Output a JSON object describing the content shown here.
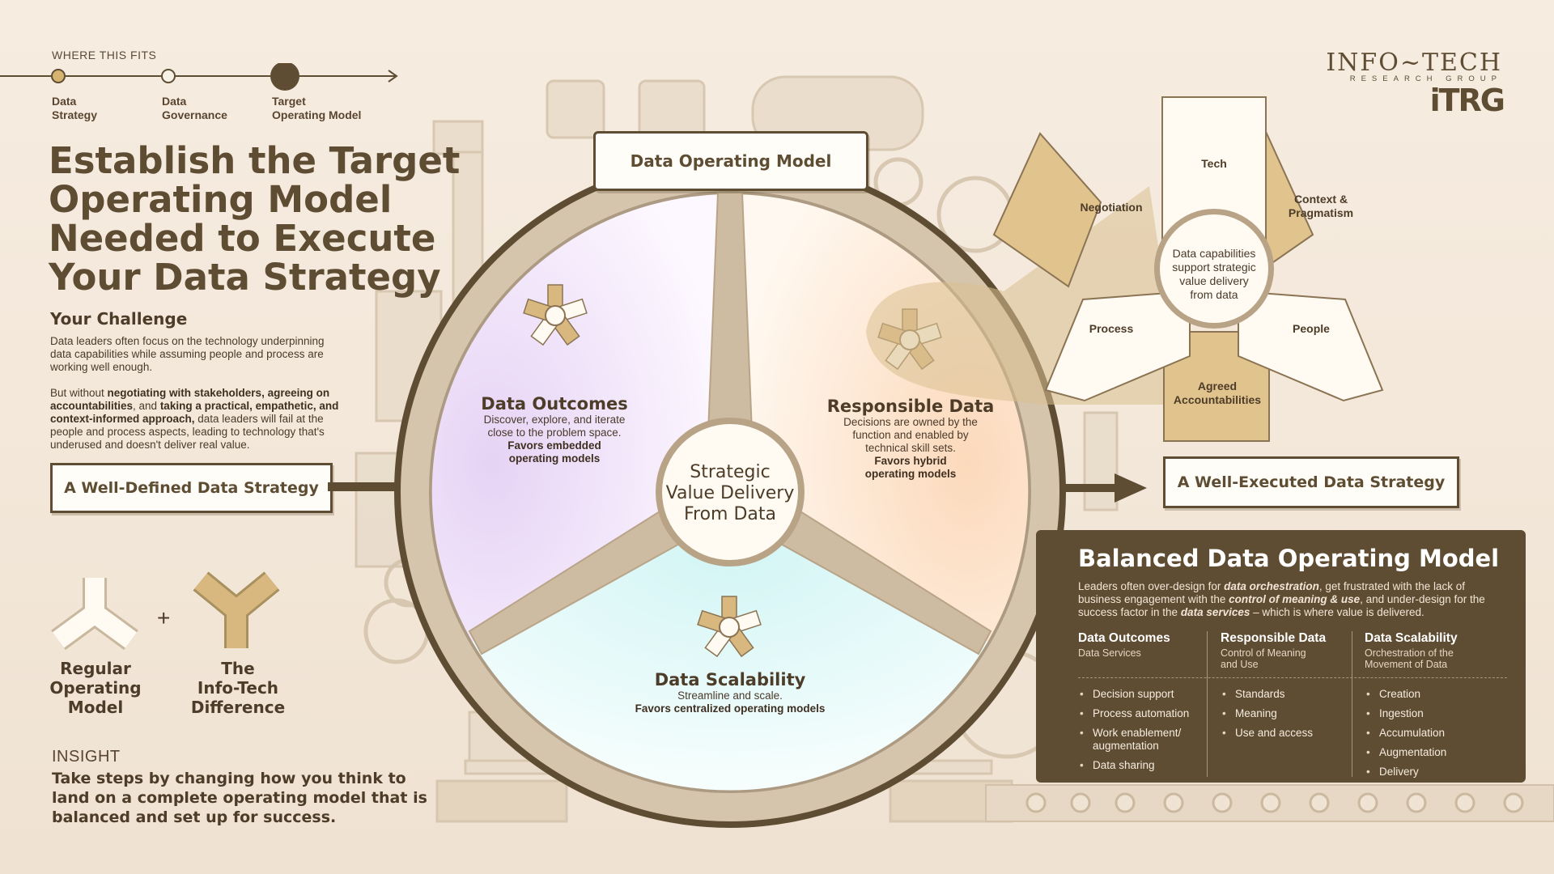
{
  "progress": {
    "heading": "WHERE THIS FITS",
    "steps": [
      {
        "label_1": "Data",
        "label_2": "Strategy"
      },
      {
        "label_1": "Data",
        "label_2": "Governance"
      },
      {
        "label_1": "Target",
        "label_2": "Operating Model"
      }
    ],
    "current_step": 3
  },
  "title": {
    "line1": "Establish the Target",
    "line2": "Operating Model",
    "line3": "Needed to Execute",
    "line4": "Your Data Strategy"
  },
  "challenge": {
    "heading": "Your Challenge",
    "para1": "Data leaders often focus on the technology underpinning data capabilities while assuming people and process are working well enough.",
    "p2_a": "But without ",
    "p2_b": "negotiating with stakeholders, agreeing on accountabilities",
    "p2_c": ", and ",
    "p2_d": "taking a practical, empathetic, and context-informed approach,",
    "p2_e": " data leaders will fail at the people and process aspects, leading to technology that's underused and doesn't deliver real value."
  },
  "input_box": "A Well-Defined Data Strategy",
  "output_box": "A Well-Executed Data Strategy",
  "models": {
    "regular": {
      "l1": "Regular",
      "l2": "Operating",
      "l3": "Model"
    },
    "plus": "+",
    "infotech": {
      "l1": "The",
      "l2": "Info-Tech",
      "l3": "Difference"
    }
  },
  "insight": {
    "heading": "INSIGHT",
    "text": "Take steps by changing how you think to land on a complete operating model that is balanced and set up for success."
  },
  "wheel": {
    "header": "Data Operating Model",
    "center": {
      "l1": "Strategic",
      "l2": "Value Delivery",
      "l3": "From Data"
    },
    "outcomes": {
      "title": "Data Outcomes",
      "d1": "Discover, explore, and iterate",
      "d2": "close to the problem space.",
      "f1": "Favors embedded",
      "f2": "operating models"
    },
    "responsible": {
      "title": "Responsible Data",
      "d1": "Decisions are owned by the",
      "d2": "function and enabled by",
      "d3": "technical skill sets.",
      "f1": "Favors hybrid",
      "f2": "operating models"
    },
    "scalability": {
      "title": "Data Scalability",
      "d1": "Streamline and scale.",
      "f1": "Favors centralized operating models"
    }
  },
  "star": {
    "center": {
      "l1": "Data capabilities",
      "l2": "support strategic",
      "l3": "value delivery",
      "l4": "from data"
    },
    "tech": "Tech",
    "context": {
      "l1": "Context &",
      "l2": "Pragmatism"
    },
    "people": "People",
    "agreed": {
      "l1": "Agreed",
      "l2": "Accountabilities"
    },
    "process": "Process",
    "negotiation": "Negotiation"
  },
  "logo": {
    "main": "INFO~TECH",
    "sub": "RESEARCH GROUP",
    "itrg": "iTRG"
  },
  "panel": {
    "title": "Balanced Data Operating Model",
    "d_a": "Leaders often over-design for ",
    "d_b": "data orchestration",
    "d_c": ", get frustrated with the lack of business engagement with the ",
    "d_d": "control of meaning & use",
    "d_e": ", and under-design for the success factor in the ",
    "d_f": "data services",
    "d_g": " – which is where value is delivered.",
    "columns": [
      {
        "heading": "Data Outcomes",
        "sub1": "Data Services",
        "sub2": "",
        "items": [
          "Decision support",
          "Process automation",
          "Work enablement/ augmentation",
          "Data sharing"
        ]
      },
      {
        "heading": "Responsible Data",
        "sub1": "Control of Meaning",
        "sub2": "and Use",
        "items": [
          "Standards",
          "Meaning",
          "Use and access"
        ]
      },
      {
        "heading": "Data Scalability",
        "sub1": "Orchestration of the",
        "sub2": "Movement of Data",
        "items": [
          "Creation",
          "Ingestion",
          "Accumulation",
          "Augmentation",
          "Delivery"
        ]
      }
    ]
  },
  "colors": {
    "brown_dark": "#5e4d33",
    "tan": "#d7b98a",
    "cream": "#fffaf2",
    "outcomes_tint": "#e9dcf6",
    "responsible_tint": "#fde3cc",
    "scalability_tint": "#d8f3f3"
  }
}
